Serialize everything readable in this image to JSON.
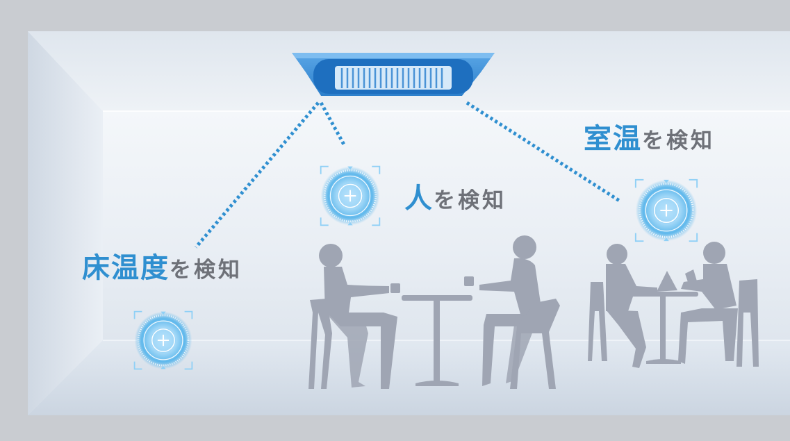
{
  "labels": {
    "floor": {
      "key": "床温度",
      "suffix": "を検知"
    },
    "person": {
      "key": "人",
      "suffix": "を検知"
    },
    "room": {
      "key": "室温",
      "suffix": "を検知"
    }
  },
  "colors": {
    "frame": "#c9ccd1",
    "room_wall": "#e7ecf2",
    "accent_blue": "#2f8fd0",
    "dotted_line": "#2f8fd0",
    "silhouette": "#9fa5b3",
    "label_gray": "#6e7178"
  },
  "icons": [
    "ceiling-air-conditioner-icon",
    "sensor-target-icon",
    "person-silhouette-icon"
  ]
}
